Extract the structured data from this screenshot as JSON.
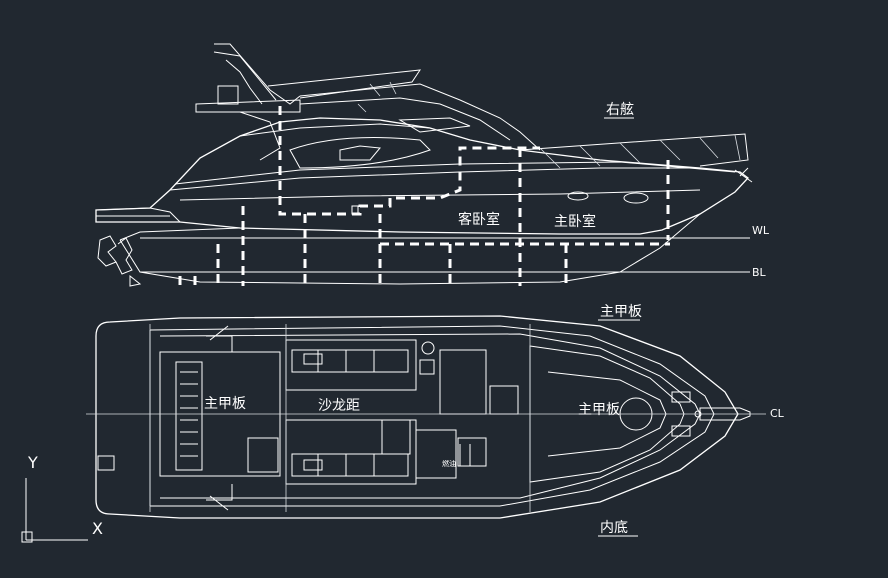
{
  "colors": {
    "background": "#212830",
    "line": "#ffffff"
  },
  "profile": {
    "label_starboard": "右舷",
    "label_guest_cabin": "客卧室",
    "label_master_cabin": "主卧室",
    "label_wl": "WL",
    "label_bl": "BL"
  },
  "plan": {
    "label_main_deck_top": "主甲板",
    "label_main_deck_aft": "主甲板",
    "label_saloon": "沙龙距",
    "label_main_deck_fwd": "主甲板",
    "label_cl": "CL",
    "label_inner_bottom": "内底"
  },
  "ucs": {
    "y_label": "Y",
    "x_label": "X",
    "icon": "ucs-axis-icon"
  }
}
